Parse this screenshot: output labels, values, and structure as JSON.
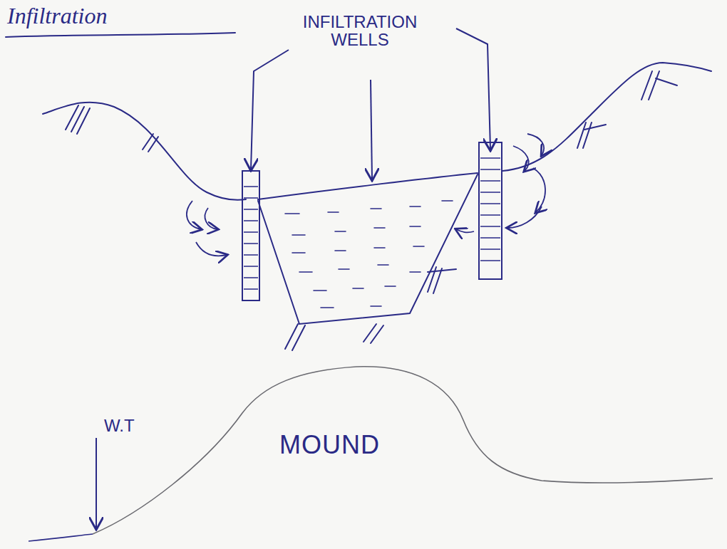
{
  "diagram": {
    "title": "Infiltration",
    "labels": [
      "INFILTRATION WELLS",
      "W.T",
      "MOUND"
    ]
  }
}
